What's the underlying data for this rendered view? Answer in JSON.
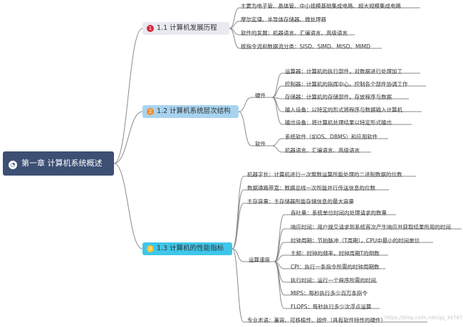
{
  "root": {
    "label": "第一章 计算机系统概述"
  },
  "b1": {
    "label": "1.1 计算机发展历程",
    "num": "1",
    "items": [
      "主要为电子管、晶体管、中小规模基础集成电路、超大规模集成电路",
      "摩尔定律、半导体存储器、微处理器",
      "软件的发展：机器语言、汇编语言、高级语言",
      "按指令流和数据流分类：SISD、SIMD、MISD、MIMD"
    ]
  },
  "b2": {
    "label": "1.2 计算机系统层次结构",
    "num": "2",
    "hw_label": "硬件",
    "hw_items": [
      "运算器：计算机的执行部件，对数据进行处理加工",
      "控制器：计算机的指挥中心，控制各个部件协调工作",
      "存储器：计算机的存储部件，存放程序与数据",
      "输入设备：以特定的形式将程序与数据输入计算机",
      "输出设备：将计算机处理结果以特定形式输出"
    ],
    "sw_label": "软件",
    "sw_items": [
      "系统软件（如OS、DBMS）和应用软件",
      "机器语言、汇编语言、高级语言"
    ]
  },
  "b3": {
    "label": "1.3 计算机的性能指标",
    "num": "3",
    "items_top": [
      "机器字长：计算机进行一次整数运算所能处理的二进制数据的位数",
      "数据通路带宽：数据总线一次所能并行传送信息的位数",
      "主存容量：主存储器所能存储信息的最大容量"
    ],
    "speed_label": "运算速度",
    "speed_items": [
      "吞吐量：系统单位时间内处理请求的数量",
      "响应时间：用户提交请求到系统首次产生响应并获取结果所用的时间",
      "时钟周期：节拍脉冲（T周期），CPU中最小的时间单位",
      "主频：时钟的频率，时钟周期T的倒数",
      "CPI：执行一条指令所需的时钟周期数",
      "执行时间：运行一个程序所需的时间",
      "MIPS：每秒执行多少百万条指令",
      "FLOPS：每秒执行多少次浮点运算"
    ],
    "terms": "专业术语：兼容、可移植性、固件（具有软件特性的硬件）"
  },
  "watermark": "https://blog.csdn.net/qq_34767784",
  "colors": {
    "root_bg": "#3d4f73",
    "b1_bg": "#e9e9f1",
    "b1_num": "#d7263d",
    "b2_bg": "#a8d3ef",
    "b2_num": "#f28c28",
    "b3_bg": "#3ec6ea",
    "b3_num": "#f6c431",
    "line": "#8a8a8a"
  }
}
